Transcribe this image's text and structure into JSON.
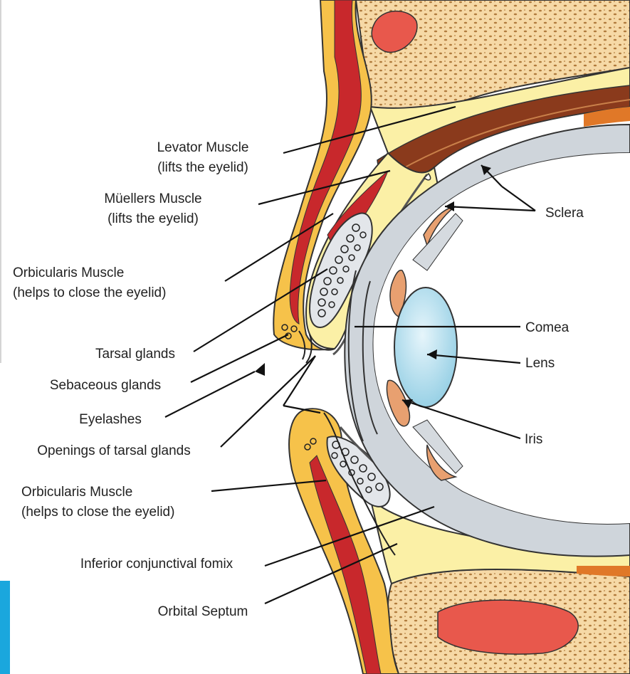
{
  "labels": {
    "levator": {
      "line1": "Levator Muscle",
      "line2": "(lifts the eyelid)"
    },
    "muellers": {
      "line1": "Müellers Muscle",
      "line2": "(lifts the eyelid)"
    },
    "orbicularis_upper": {
      "line1": "Orbicularis Muscle",
      "line2": "(helps to close the eyelid)"
    },
    "tarsal_glands": "Tarsal glands",
    "sebaceous_glands": "Sebaceous glands",
    "eyelashes": "Eyelashes",
    "openings_tarsal": "Openings of tarsal glands",
    "orbicularis_lower": {
      "line1": "Orbicularis Muscle",
      "line2": "(helps to close the eyelid)"
    },
    "inferior_fornix": "Inferior conjunctival fomix",
    "orbital_septum": "Orbital Septum",
    "sclera": "Sclera",
    "cornea": "Comea",
    "lens": "Lens",
    "iris": "Iris"
  },
  "colors": {
    "skin": "#f6c24a",
    "muscle": "#c8282c",
    "bone_fill": "#f6d9a6",
    "bone_dots": "#b07a3c",
    "marrow": "#e8584c",
    "fat": "#fbf0a6",
    "sclera": "#cfd5db",
    "lens": "#a8d8ea",
    "iris": "#e8a070",
    "levator": "#8a3a1c",
    "accent_bar": "#1aa7dd"
  }
}
